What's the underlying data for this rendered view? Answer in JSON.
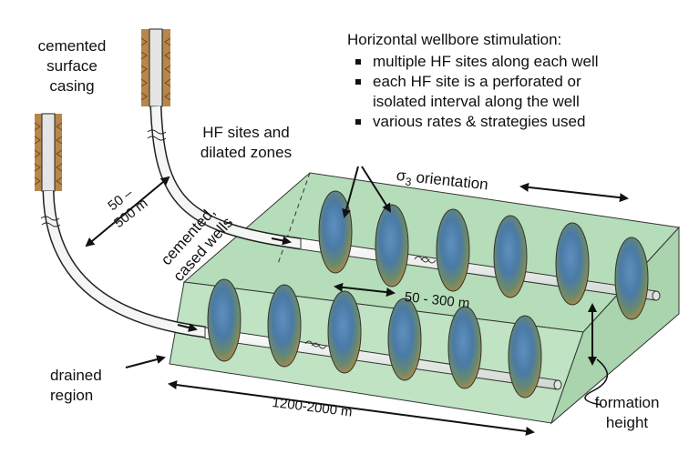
{
  "heading": "Horizontal wellbore stimulation:",
  "bullets": [
    {
      "text": "multiple HF sites along each well"
    },
    {
      "text": "each HF site is a perforated or"
    },
    {
      "text": "isolated interval along the well"
    },
    {
      "text": "various rates & strategies used"
    }
  ],
  "labels": {
    "cemented_surface_casing": [
      "cemented",
      "surface",
      "casing"
    ],
    "hf_sites": [
      "HF sites and",
      "dilated zones"
    ],
    "sigma_symbol": "σ",
    "sigma_subscript": "3",
    "sigma_text": "orientation",
    "well_spacing": [
      "50 –",
      "500 m"
    ],
    "cemented_cased_wells": [
      "cemented,",
      "cased wells"
    ],
    "fracture_spacing": "50 - 300 m",
    "drained_region": [
      "drained",
      "region"
    ],
    "length": "1200-2000  m",
    "formation_height": [
      "formation",
      "height"
    ]
  },
  "colors": {
    "block_fill": "#bfe3c3",
    "block_top": "#b3dcb8",
    "fracture_blue": "#4a78a8",
    "fracture_orange": "#c98a3a",
    "casing_rock": "#b8864a"
  }
}
